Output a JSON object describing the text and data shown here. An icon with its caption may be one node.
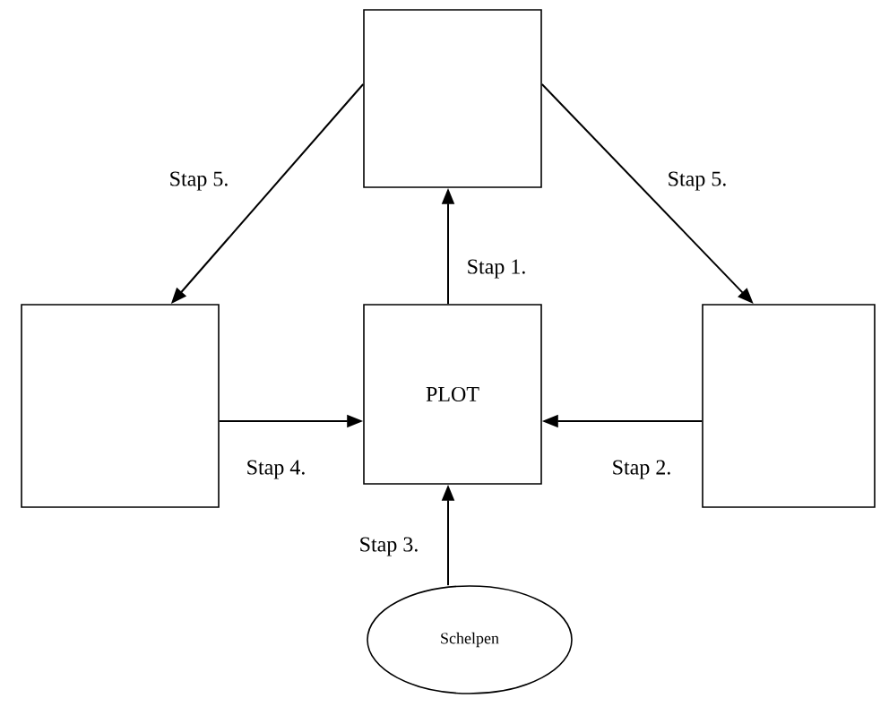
{
  "diagram": {
    "nodes": [
      {
        "text": [],
        "shape": "box"
      },
      {
        "text": [],
        "shape": "box"
      },
      {
        "text": [
          "PLOT"
        ]
      },
      {
        "text": [],
        "shape": "box"
      },
      {
        "text": [
          "Schelpen"
        ]
      }
    ],
    "edges": [
      {
        "from": 2,
        "to": 0,
        "arrow": "to",
        "label": "Stap 1."
      },
      {
        "from": 3,
        "to": 2,
        "arrow": "to",
        "label": "Stap 2."
      },
      {
        "from": 4,
        "to": 2,
        "arrow": "to",
        "label": "Stap 3."
      },
      {
        "from": 1,
        "to": 2,
        "arrow": "to",
        "label": "Stap 4."
      },
      {
        "from": 0,
        "to": 1,
        "arrow": "to",
        "label": "Stap 5."
      },
      {
        "from": 0,
        "to": 3,
        "arrow": "to",
        "label": "Stap 5."
      }
    ]
  }
}
